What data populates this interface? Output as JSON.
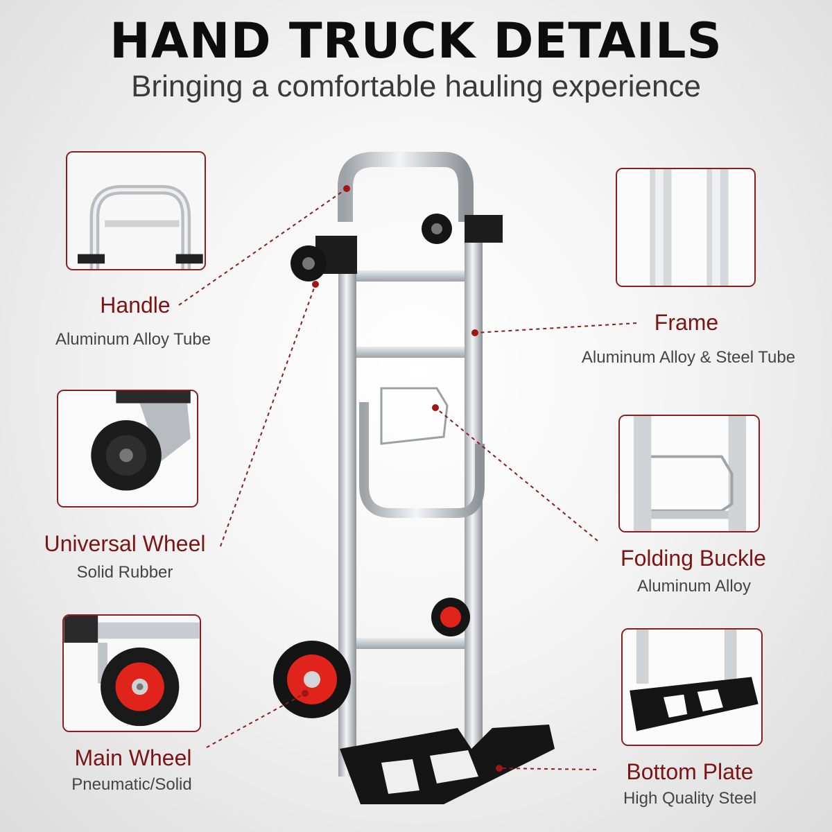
{
  "header": {
    "title": "HAND TRUCK DETAILS",
    "subtitle": "Bringing a comfortable hauling experience"
  },
  "features": [
    {
      "name": "Handle",
      "desc": "Aluminum Alloy Tube"
    },
    {
      "name": "Universal Wheel",
      "desc": "Solid Rubber"
    },
    {
      "name": "Main Wheel",
      "desc": "Pneumatic/Solid"
    },
    {
      "name": "Frame",
      "desc": "Aluminum Alloy & Steel Tube"
    },
    {
      "name": "Folding Buckle",
      "desc": "Aluminum Alloy"
    },
    {
      "name": "Bottom Plate",
      "desc": "High Quality Steel"
    }
  ],
  "colors": {
    "accent": "#7b1414",
    "wheel_hub": "#e0241b",
    "metal": "#c8ccd0",
    "plate": "#151515"
  }
}
